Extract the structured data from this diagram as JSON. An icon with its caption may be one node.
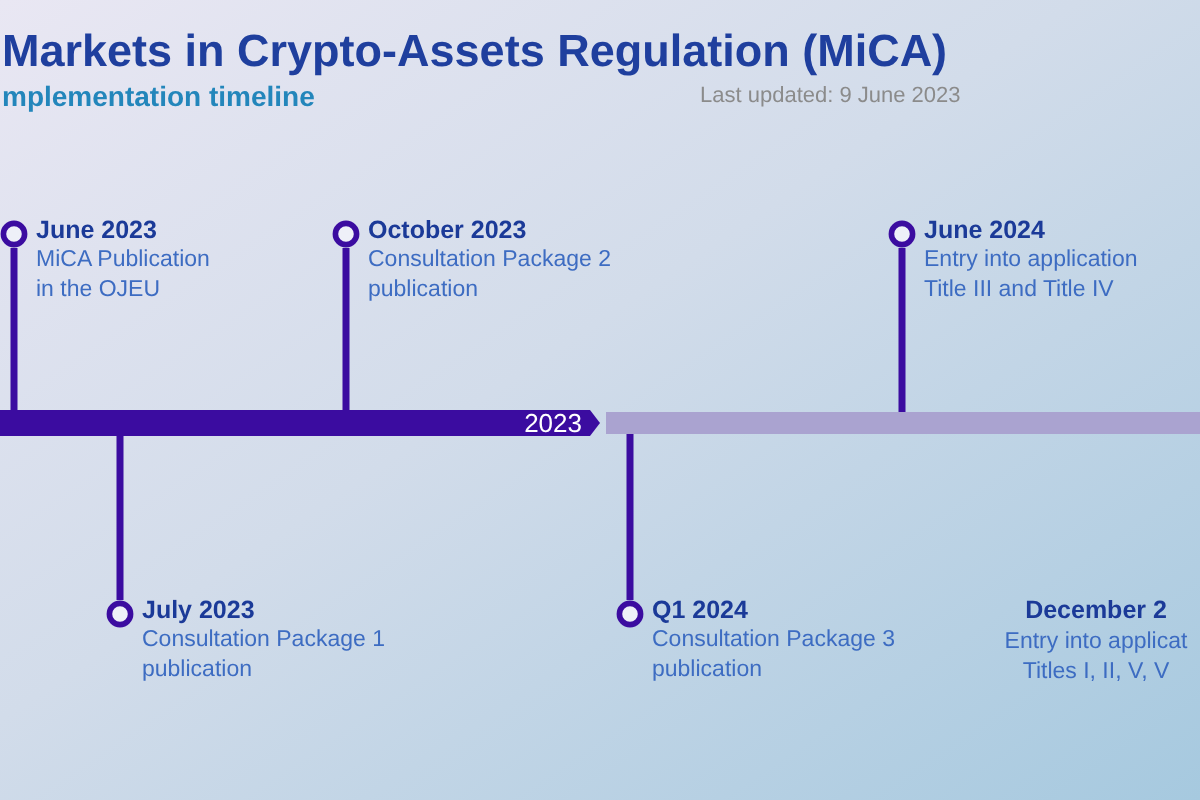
{
  "diagram": {
    "title": "Markets in Crypto-Assets Regulation (MiCA)",
    "nodes": [
      {
        "text": [],
        "shape": "circle",
        "beside": [
          "June 2023",
          "MiCA Publication in the OJEU"
        ]
      },
      {
        "text": [],
        "shape": "circle",
        "beside": [
          "October 2023",
          "Consultation Package 2 publication"
        ]
      },
      {
        "text": [],
        "shape": "circle",
        "beside": [
          "June 2024",
          "Entry into application Title III and Title IV"
        ]
      },
      {
        "text": [
          "2023"
        ]
      },
      {
        "text": [],
        "shape": "bar"
      },
      {
        "text": [],
        "shape": "circle",
        "beside": [
          "July 2023",
          "Consultation Package 1 publication"
        ]
      },
      {
        "text": [],
        "shape": "circle",
        "beside": [
          "Q1 2024",
          "Consultation Package 3 publication"
        ]
      }
    ],
    "edges": [
      {
        "from": 0,
        "to": 3,
        "arrow": "none"
      },
      {
        "from": 1,
        "to": 3,
        "arrow": "none"
      },
      {
        "from": 2,
        "to": 4,
        "arrow": "none"
      },
      {
        "from": 5,
        "to": 3,
        "arrow": "none"
      },
      {
        "from": 6,
        "to": 4,
        "arrow": "none"
      }
    ],
    "labels": [
      "mplementation timeline",
      "Last updated: 9 June 2023",
      "December 2",
      "Entry into applicat Titles I, II, V, V"
    ]
  }
}
